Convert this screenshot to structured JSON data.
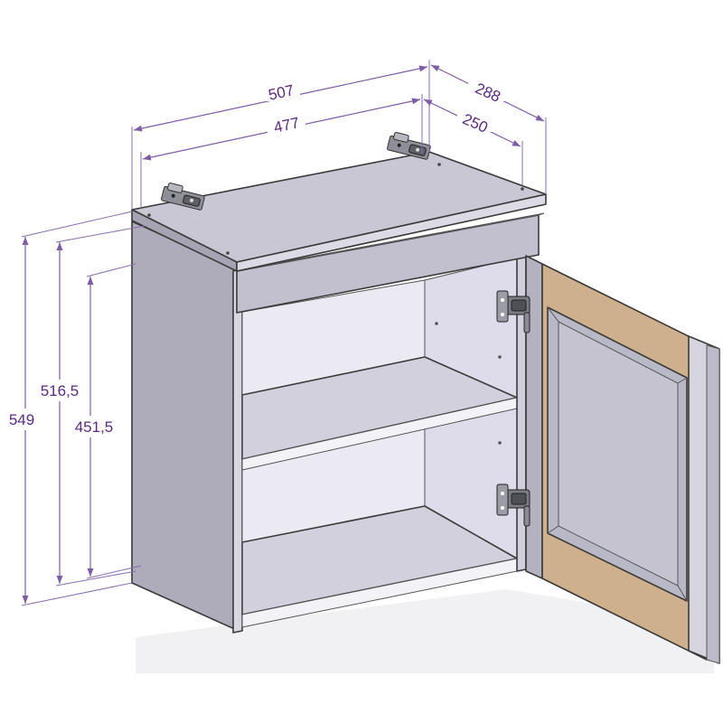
{
  "dimensions": {
    "outer_width": "507",
    "inner_width": "477",
    "outer_depth": "288",
    "inner_depth": "250",
    "total_height": "549",
    "body_height": "516,5",
    "interior_height": "451,5"
  },
  "colors": {
    "dimension": "#7e5ca8",
    "dimension_text": "#5a2a82",
    "carcass_front": "#c8c6d2",
    "carcass_side": "#aeacba",
    "interior": "#e7e5ef",
    "door_wood": "#cfb08c",
    "door_panel": "#b9b8c6",
    "hardware": "#6f6f78"
  }
}
